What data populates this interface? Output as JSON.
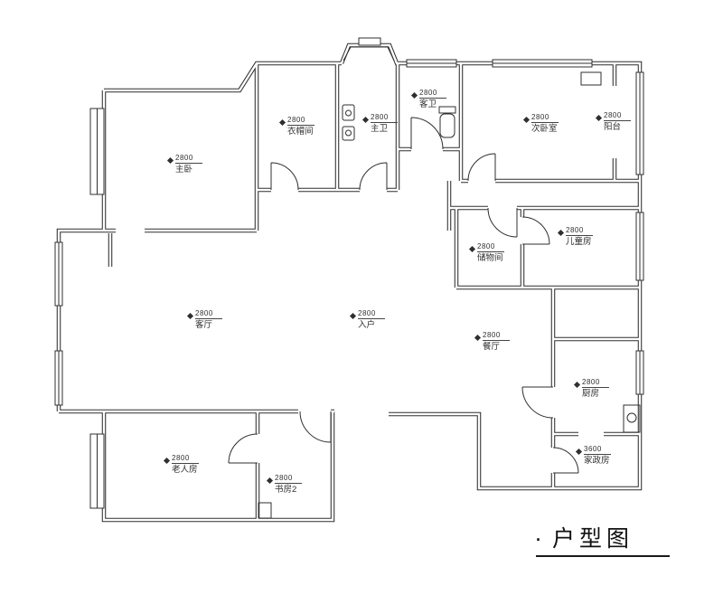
{
  "drawing": {
    "title": "户型图",
    "title_bullet": "·",
    "background_color": "#ffffff",
    "line_color": "#2f2f2f"
  },
  "rooms": [
    {
      "name": "主卧",
      "dim": "2800"
    },
    {
      "name": "衣帽间",
      "dim": "2800"
    },
    {
      "name": "主卫",
      "dim": "2800"
    },
    {
      "name": "客卫",
      "dim": "2800"
    },
    {
      "name": "次卧室",
      "dim": "2800"
    },
    {
      "name": "阳台",
      "dim": "2800"
    },
    {
      "name": "储物间",
      "dim": "2800"
    },
    {
      "name": "儿童房",
      "dim": "2800"
    },
    {
      "name": "客厅",
      "dim": "2800"
    },
    {
      "name": "入户",
      "dim": "2800"
    },
    {
      "name": "餐厅",
      "dim": "2800"
    },
    {
      "name": "厨房",
      "dim": "2800"
    },
    {
      "name": "家政房",
      "dim": "3600"
    },
    {
      "name": "老人房",
      "dim": "2800"
    },
    {
      "name": "书房2",
      "dim": "2800"
    }
  ]
}
